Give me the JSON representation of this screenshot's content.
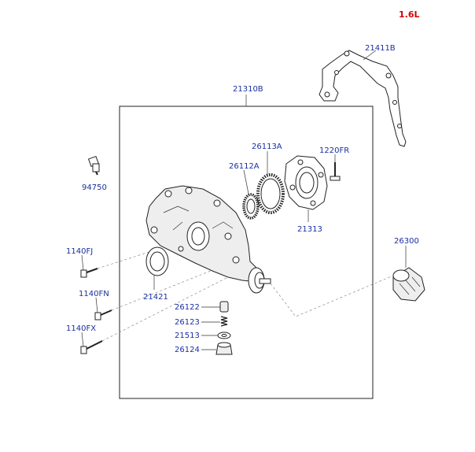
{
  "engine_label": "1.6L",
  "callouts": {
    "front_case_gasket": "21411B",
    "oil_pump_case": "21310B",
    "tone_wheel": "26113A",
    "rotor_gear": "26112A",
    "bolt_top": "1220FR",
    "cover_plate": "21313",
    "sensor_bolt": "94750",
    "oil_filter": "26300",
    "bolt_1": "1140FJ",
    "bolt_2": "1140FN",
    "bolt_3": "1140FX",
    "oil_seal": "21421",
    "plunger": "26122",
    "spring": "26123",
    "washer": "21513",
    "plug": "26124"
  }
}
